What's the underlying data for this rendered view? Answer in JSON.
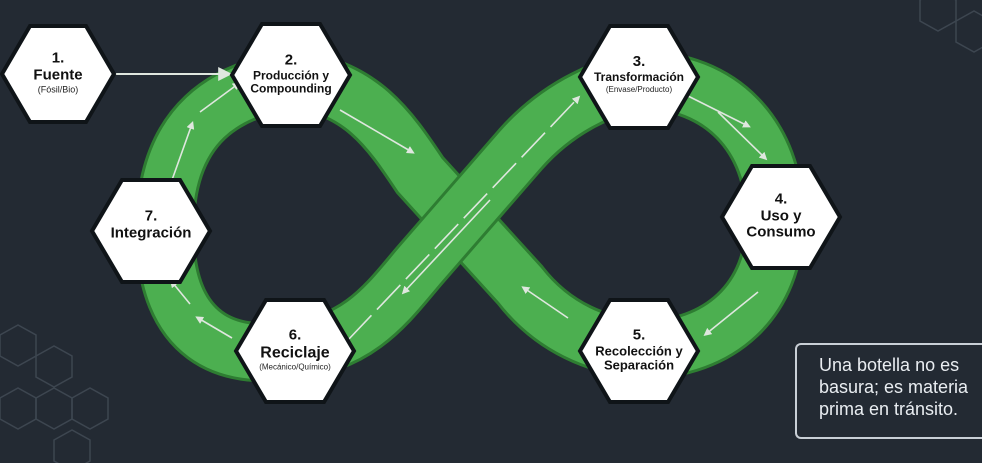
{
  "colors": {
    "background": "#232a33",
    "band": "#4caf50",
    "band_edge": "#2e7d32",
    "hex_fill": "#ffffff",
    "hex_border": "#0f1418",
    "arrow": "#dfe7df"
  },
  "nodes": [
    {
      "id": "fuente",
      "number": "1.",
      "title": "Fuente",
      "subtitle": "(Fósil/Bio)"
    },
    {
      "id": "produccion",
      "number": "2.",
      "title": "Producción y Compounding",
      "subtitle": ""
    },
    {
      "id": "transformacion",
      "number": "3.",
      "title": "Transformación",
      "subtitle": "(Envase/Producto)"
    },
    {
      "id": "uso",
      "number": "4.",
      "title": "Uso y Consumo",
      "subtitle": ""
    },
    {
      "id": "recoleccion",
      "number": "5.",
      "title": "Recolección y Separación",
      "subtitle": ""
    },
    {
      "id": "reciclaje",
      "number": "6.",
      "title": "Reciclaje",
      "subtitle": "(Mecánico/Químico)"
    },
    {
      "id": "integracion",
      "number": "7.",
      "title": "Integración",
      "subtitle": ""
    }
  ],
  "quote": "Una botella no es basura; es materia prima en tránsito.",
  "icons": {
    "flow_arrow": "arrow-icon"
  }
}
